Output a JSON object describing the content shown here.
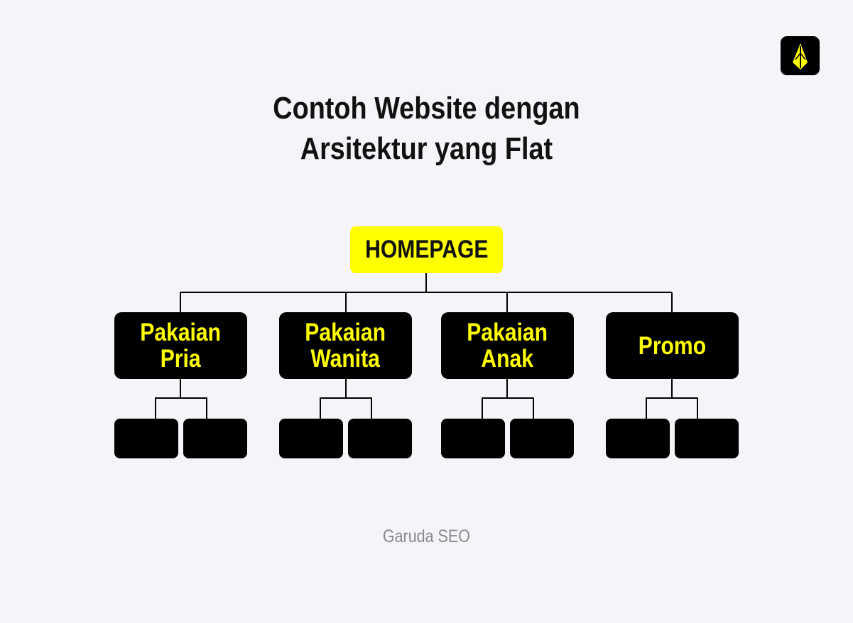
{
  "title": {
    "line1": "Contoh Website dengan",
    "line2": "Arsitektur yang Flat"
  },
  "root": {
    "label": "HOMEPAGE"
  },
  "categories": [
    {
      "label": "Pakaian\nPria"
    },
    {
      "label": "Pakaian\nWanita"
    },
    {
      "label": "Pakaian\nAnak"
    },
    {
      "label": "Promo"
    }
  ],
  "credit": "Garuda SEO",
  "colors": {
    "background": "#f5f5f9",
    "accent": "#ffff00",
    "box": "#000000",
    "line": "#000000",
    "credit_text": "#8a8a8a"
  },
  "logo_icon": "garuda-seo-feather-icon"
}
